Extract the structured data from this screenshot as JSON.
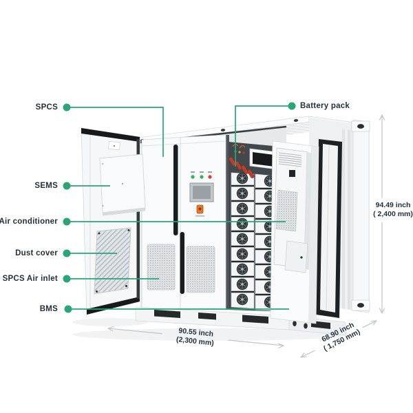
{
  "colors": {
    "accent": "#29a578",
    "dimension_line": "#c3c8cc",
    "label_text": "#22303c"
  },
  "callouts": [
    {
      "id": "spcs",
      "label": "SPCS"
    },
    {
      "id": "sems",
      "label": "SEMS"
    },
    {
      "id": "air-conditioner",
      "label": "Air conditioner"
    },
    {
      "id": "dust-cover",
      "label": "Dust cover"
    },
    {
      "id": "spcs-air-inlet",
      "label": "SPCS Air inlet"
    },
    {
      "id": "bms",
      "label": "BMS"
    },
    {
      "id": "battery-pack",
      "label": "Battery pack"
    }
  ],
  "dimensions": {
    "height": {
      "inches": "94.49 inch",
      "metric": "( 2,400 mm)"
    },
    "width": {
      "inches": "90.55 inch",
      "metric": "(2,300 mm)"
    },
    "depth": {
      "inches": "68.90 inch",
      "metric": "( 1,750 mm)"
    }
  }
}
